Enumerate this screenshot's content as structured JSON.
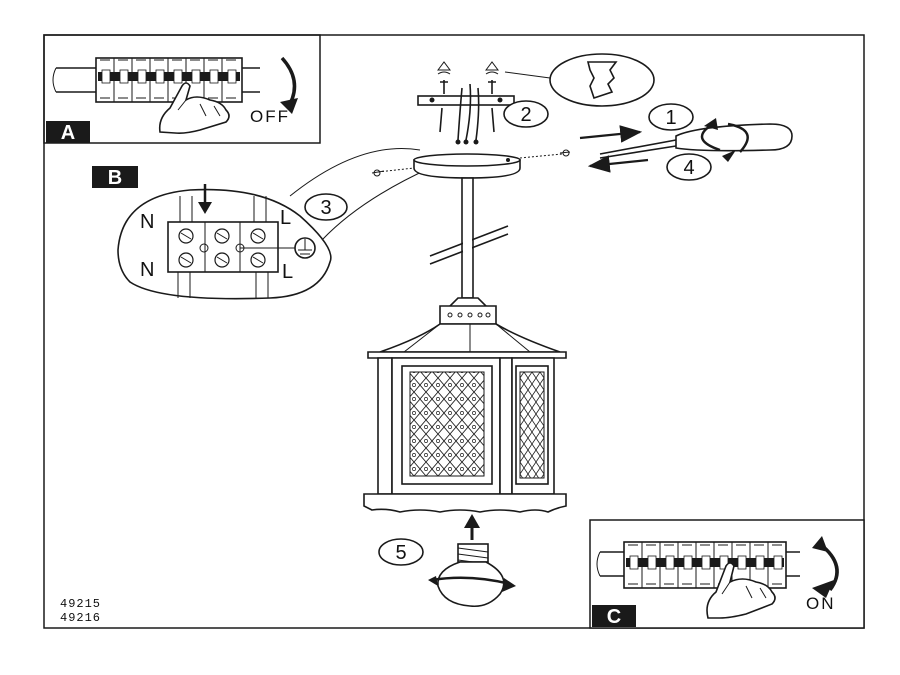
{
  "panels": {
    "A": {
      "label": "A",
      "state": "OFF"
    },
    "B": {
      "label": "B",
      "neutral": "N",
      "live": "L"
    },
    "C": {
      "label": "C",
      "state": "ON"
    }
  },
  "steps": [
    "1",
    "2",
    "3",
    "4",
    "5"
  ],
  "product_codes": [
    "49215",
    "49216"
  ],
  "icons": {
    "breaker": "circuit-breaker-icon",
    "hand": "hand-icon",
    "screwdriver": "screwdriver-icon",
    "ground": "ground-symbol-icon",
    "bulb": "light-bulb-icon",
    "lantern": "pendant-lantern"
  }
}
